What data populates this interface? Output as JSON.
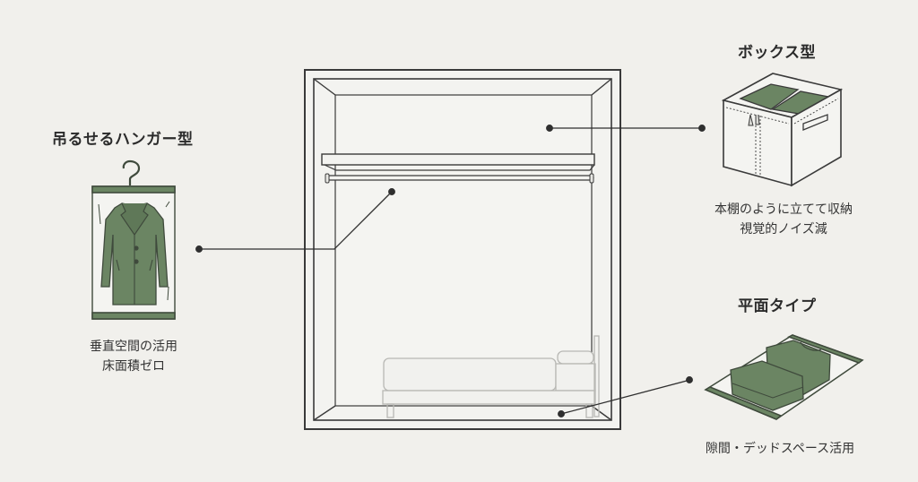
{
  "colors": {
    "background": "#f1f0ec",
    "line": "#3a3a3a",
    "accent_green": "#6b8563",
    "accent_green_dark": "#3f4a3c",
    "panel": "#f4f4f1"
  },
  "closet": {
    "label": "closet-cross-section",
    "callouts": [
      {
        "target": "upper-shelf-space",
        "links_to": "box"
      },
      {
        "target": "hanging-rod-space",
        "links_to": "hanger"
      },
      {
        "target": "under-bed-floor-space",
        "links_to": "flat"
      }
    ]
  },
  "hanger": {
    "title": "吊るせるハンガー型",
    "icon": "hanging-coat-bag-icon",
    "desc": [
      "垂直空間の活用",
      "床面積ゼロ"
    ]
  },
  "box": {
    "title": "ボックス型",
    "icon": "storage-box-icon",
    "desc": [
      "本棚のように立てて収納",
      "視覚的ノイズ減"
    ]
  },
  "flat": {
    "title": "平面タイプ",
    "icon": "flat-vacuum-bag-icon",
    "desc": [
      "隙間・デッドスペース活用"
    ]
  }
}
